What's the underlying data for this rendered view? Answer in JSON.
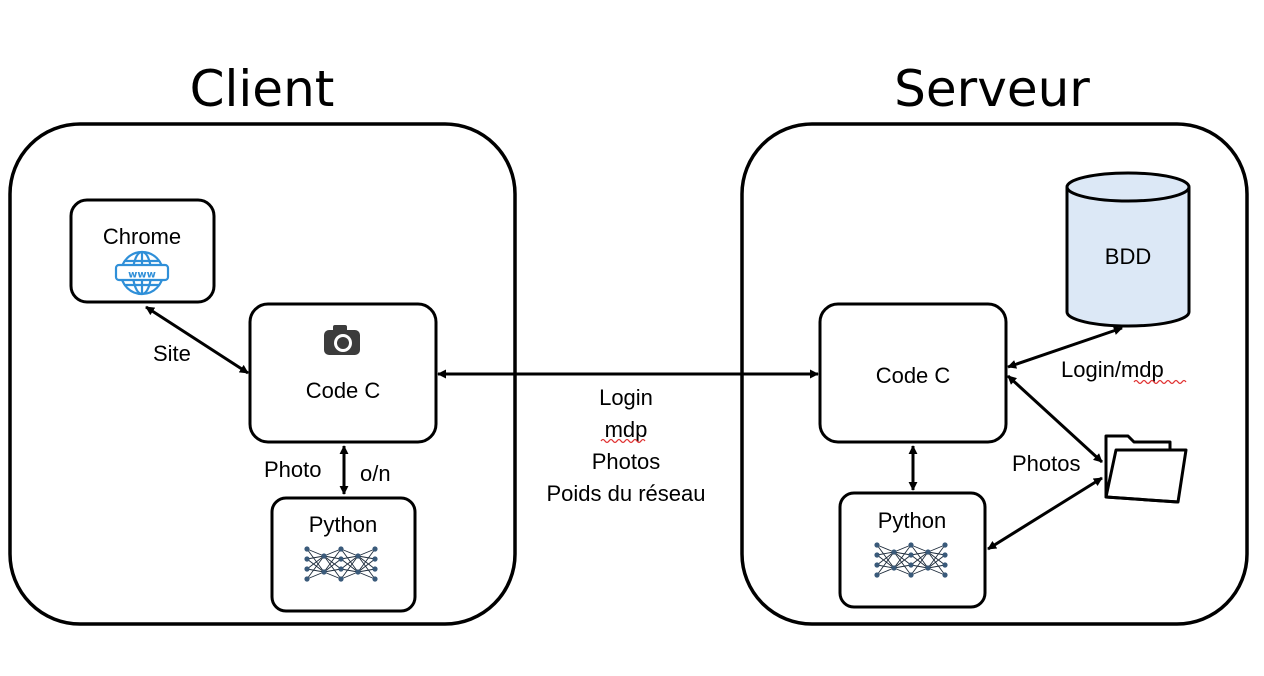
{
  "client": {
    "title": "Client",
    "chrome_label": "Chrome",
    "chrome_icon": "www-globe-icon",
    "code_label": "Code C",
    "camera_icon": "camera-icon",
    "python_label": "Python",
    "nn_icon": "neural-network-icon",
    "site_label": "Site",
    "photo_label": "Photo",
    "on_label": "o/n"
  },
  "server": {
    "title": "Serveur",
    "code_label": "Code C",
    "db_label": "BDD",
    "python_label": "Python",
    "folder_icon": "folder-icon",
    "login_mdp_label": "Login/mdp",
    "photos_label": "Photos"
  },
  "link": {
    "lines": [
      "Login",
      "mdp",
      "Photos",
      "Poids du réseau"
    ]
  },
  "colors": {
    "globe": "#2f8fd8",
    "db_fill": "#dce8f6",
    "spellcheck": "#e03030"
  }
}
